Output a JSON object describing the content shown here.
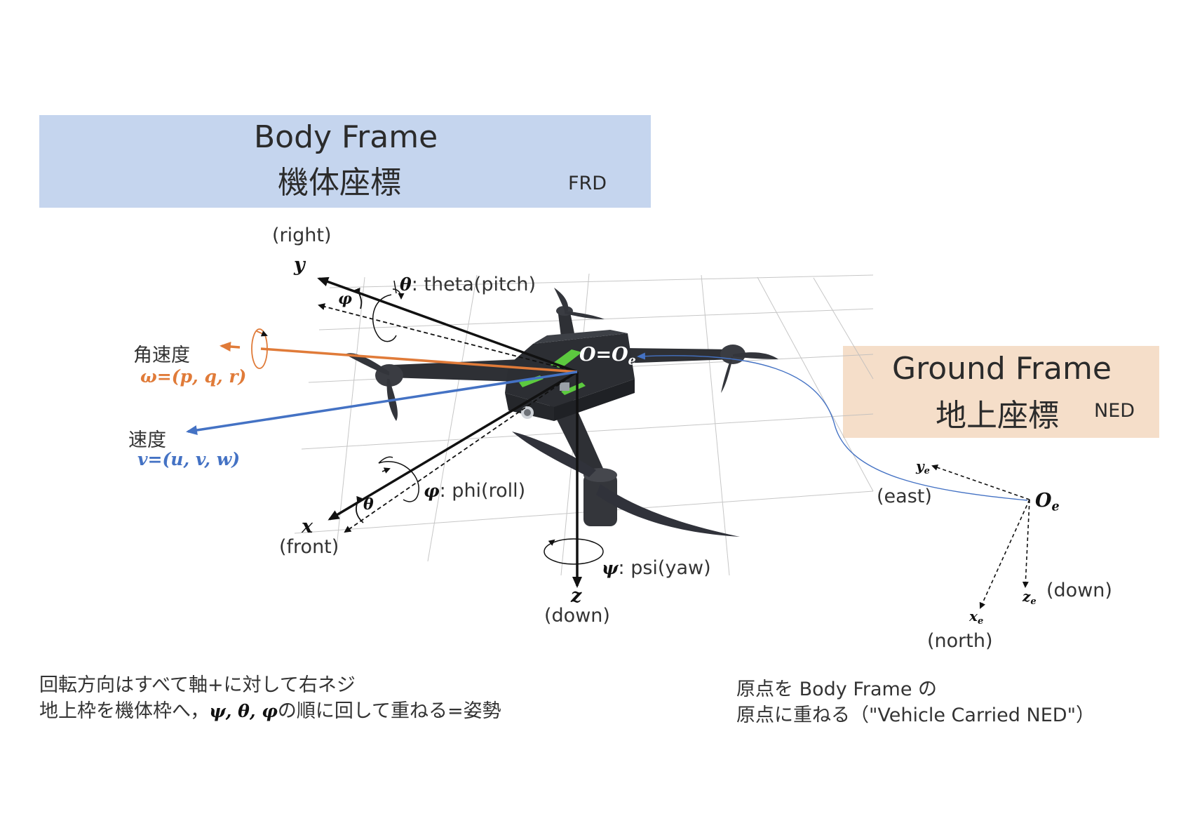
{
  "body_frame": {
    "title_en": "Body Frame",
    "title_ja": "機体座標",
    "convention": "FRD"
  },
  "ground_frame": {
    "title_en": "Ground Frame",
    "title_ja": "地上座標",
    "convention": "NED"
  },
  "body_axes": {
    "y_label": "y",
    "y_dir": "(right)",
    "x_label": "x",
    "x_dir": "(front)",
    "z_label": "z",
    "z_dir": "(down)",
    "origin": "O=O",
    "origin_sub": "e"
  },
  "rotations": {
    "theta_sym": "θ",
    "theta_text": ": theta(pitch)",
    "phi_sym": "φ",
    "phi_text": ": phi(roll)",
    "psi_sym": "ψ",
    "psi_text": ": psi(yaw)",
    "phi_small": "φ",
    "theta_small": "θ"
  },
  "angular_velocity": {
    "label": "角速度",
    "formula": "ω=(p, q, r)"
  },
  "velocity": {
    "label": "速度",
    "formula": "v=(u, v, w)"
  },
  "ground_axes": {
    "origin": "O",
    "origin_sub": "e",
    "y": "y",
    "y_sub": "e",
    "y_dir": "(east)",
    "x": "x",
    "x_sub": "e",
    "x_dir": "(north)",
    "z": "z",
    "z_sub": "e",
    "z_dir": "(down)"
  },
  "notes": {
    "left_line1": "回転方向はすべて軸+に対して右ネジ",
    "left_line2_prefix": "地上枠を機体枠へ，",
    "left_line2_symbols": "ψ, θ, φ",
    "left_line2_suffix": "の順に回して重ねる=姿勢",
    "right_line1": "原点を Body Frame の",
    "right_line2": "原点に重ねる（\"Vehicle Carried NED\"）"
  },
  "colors": {
    "body_box": "#c5d5ee",
    "ground_box": "#f5dec9",
    "angular_velocity": "#e07b39",
    "velocity": "#4472c4",
    "drone_body": "#2e3035",
    "drone_accent": "#5cc93f"
  }
}
